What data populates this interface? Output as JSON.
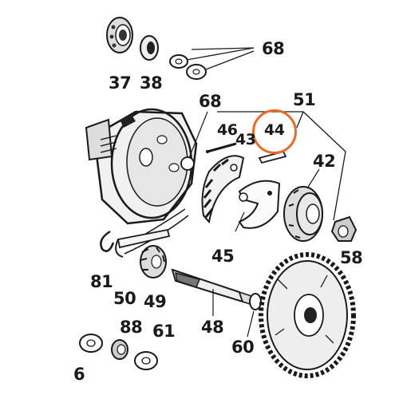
{
  "diagram": {
    "highlight_color": "#e8692a",
    "labels": {
      "p37": "37",
      "p38": "38",
      "p68_top": "68",
      "p68_mid": "68",
      "p51": "51",
      "p46": "46",
      "p44": "44",
      "p43": "43",
      "p42": "42",
      "p45": "45",
      "p58": "58",
      "p81": "81",
      "p50": "50",
      "p49": "49",
      "p48": "48",
      "p88": "88",
      "p61": "61",
      "p60": "60",
      "p6": "6"
    }
  }
}
